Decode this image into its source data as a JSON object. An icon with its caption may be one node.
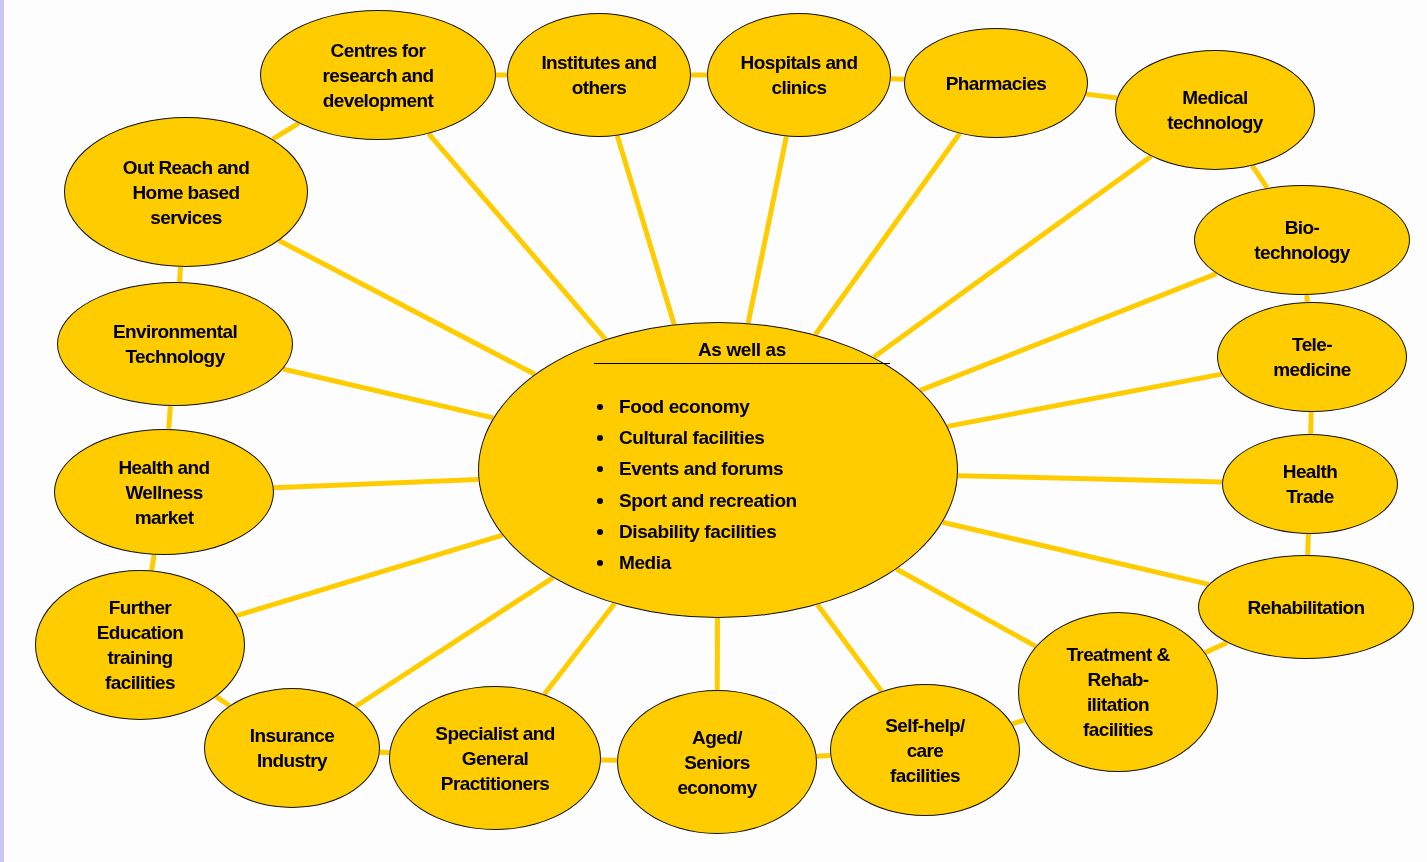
{
  "diagram": {
    "nodes": [
      {
        "text": [
          "As well as",
          "Food economy",
          "Cultural facilities",
          "Events and forums",
          "Sport and recreation",
          "Disability facilities",
          "Media"
        ]
      },
      {
        "text": [
          "Centres for research and development"
        ]
      },
      {
        "text": [
          "Institutes and others"
        ]
      },
      {
        "text": [
          "Hospitals and clinics"
        ]
      },
      {
        "text": [
          "Pharmacies"
        ]
      },
      {
        "text": [
          "Medical technology"
        ]
      },
      {
        "text": [
          "Bio- technology"
        ]
      },
      {
        "text": [
          "Tele- medicine"
        ]
      },
      {
        "text": [
          "Health Trade"
        ]
      },
      {
        "text": [
          "Rehabilitation"
        ]
      },
      {
        "text": [
          "Treatment & Rehab- ilitation facilities"
        ]
      },
      {
        "text": [
          "Self-help/ care facilities"
        ]
      },
      {
        "text": [
          "Aged/ Seniors economy"
        ]
      },
      {
        "text": [
          "Specialist and General Practitioners"
        ]
      },
      {
        "text": [
          "Insurance Industry"
        ]
      },
      {
        "text": [
          "Further Education training facilities"
        ]
      },
      {
        "text": [
          "Health and Wellness market"
        ]
      },
      {
        "text": [
          "Environmental Technology"
        ]
      },
      {
        "text": [
          "Out Reach and Home based services"
        ]
      }
    ],
    "edges": [
      {
        "from": 0,
        "to": 1,
        "arrow": "none"
      },
      {
        "from": 0,
        "to": 2,
        "arrow": "none"
      },
      {
        "from": 0,
        "to": 3,
        "arrow": "none"
      },
      {
        "from": 0,
        "to": 4,
        "arrow": "none"
      },
      {
        "from": 0,
        "to": 5,
        "arrow": "none"
      },
      {
        "from": 0,
        "to": 6,
        "arrow": "none"
      },
      {
        "from": 0,
        "to": 7,
        "arrow": "none"
      },
      {
        "from": 0,
        "to": 8,
        "arrow": "none"
      },
      {
        "from": 0,
        "to": 9,
        "arrow": "none"
      },
      {
        "from": 0,
        "to": 10,
        "arrow": "none"
      },
      {
        "from": 0,
        "to": 11,
        "arrow": "none"
      },
      {
        "from": 0,
        "to": 12,
        "arrow": "none"
      },
      {
        "from": 0,
        "to": 13,
        "arrow": "none"
      },
      {
        "from": 0,
        "to": 14,
        "arrow": "none"
      },
      {
        "from": 0,
        "to": 15,
        "arrow": "none"
      },
      {
        "from": 0,
        "to": 16,
        "arrow": "none"
      },
      {
        "from": 0,
        "to": 17,
        "arrow": "none"
      },
      {
        "from": 0,
        "to": 18,
        "arrow": "none"
      },
      {
        "from": 1,
        "to": 2,
        "arrow": "none"
      },
      {
        "from": 2,
        "to": 3,
        "arrow": "none"
      },
      {
        "from": 3,
        "to": 4,
        "arrow": "none"
      },
      {
        "from": 4,
        "to": 5,
        "arrow": "none"
      },
      {
        "from": 5,
        "to": 6,
        "arrow": "none"
      },
      {
        "from": 6,
        "to": 7,
        "arrow": "none"
      },
      {
        "from": 7,
        "to": 8,
        "arrow": "none"
      },
      {
        "from": 8,
        "to": 9,
        "arrow": "none"
      },
      {
        "from": 9,
        "to": 10,
        "arrow": "none"
      },
      {
        "from": 10,
        "to": 11,
        "arrow": "none"
      },
      {
        "from": 11,
        "to": 12,
        "arrow": "none"
      },
      {
        "from": 12,
        "to": 13,
        "arrow": "none"
      },
      {
        "from": 13,
        "to": 14,
        "arrow": "none"
      },
      {
        "from": 14,
        "to": 15,
        "arrow": "none"
      },
      {
        "from": 15,
        "to": 16,
        "arrow": "none"
      },
      {
        "from": 16,
        "to": 17,
        "arrow": "none"
      },
      {
        "from": 17,
        "to": 18,
        "arrow": "none"
      },
      {
        "from": 18,
        "to": 1,
        "arrow": "none"
      }
    ]
  }
}
